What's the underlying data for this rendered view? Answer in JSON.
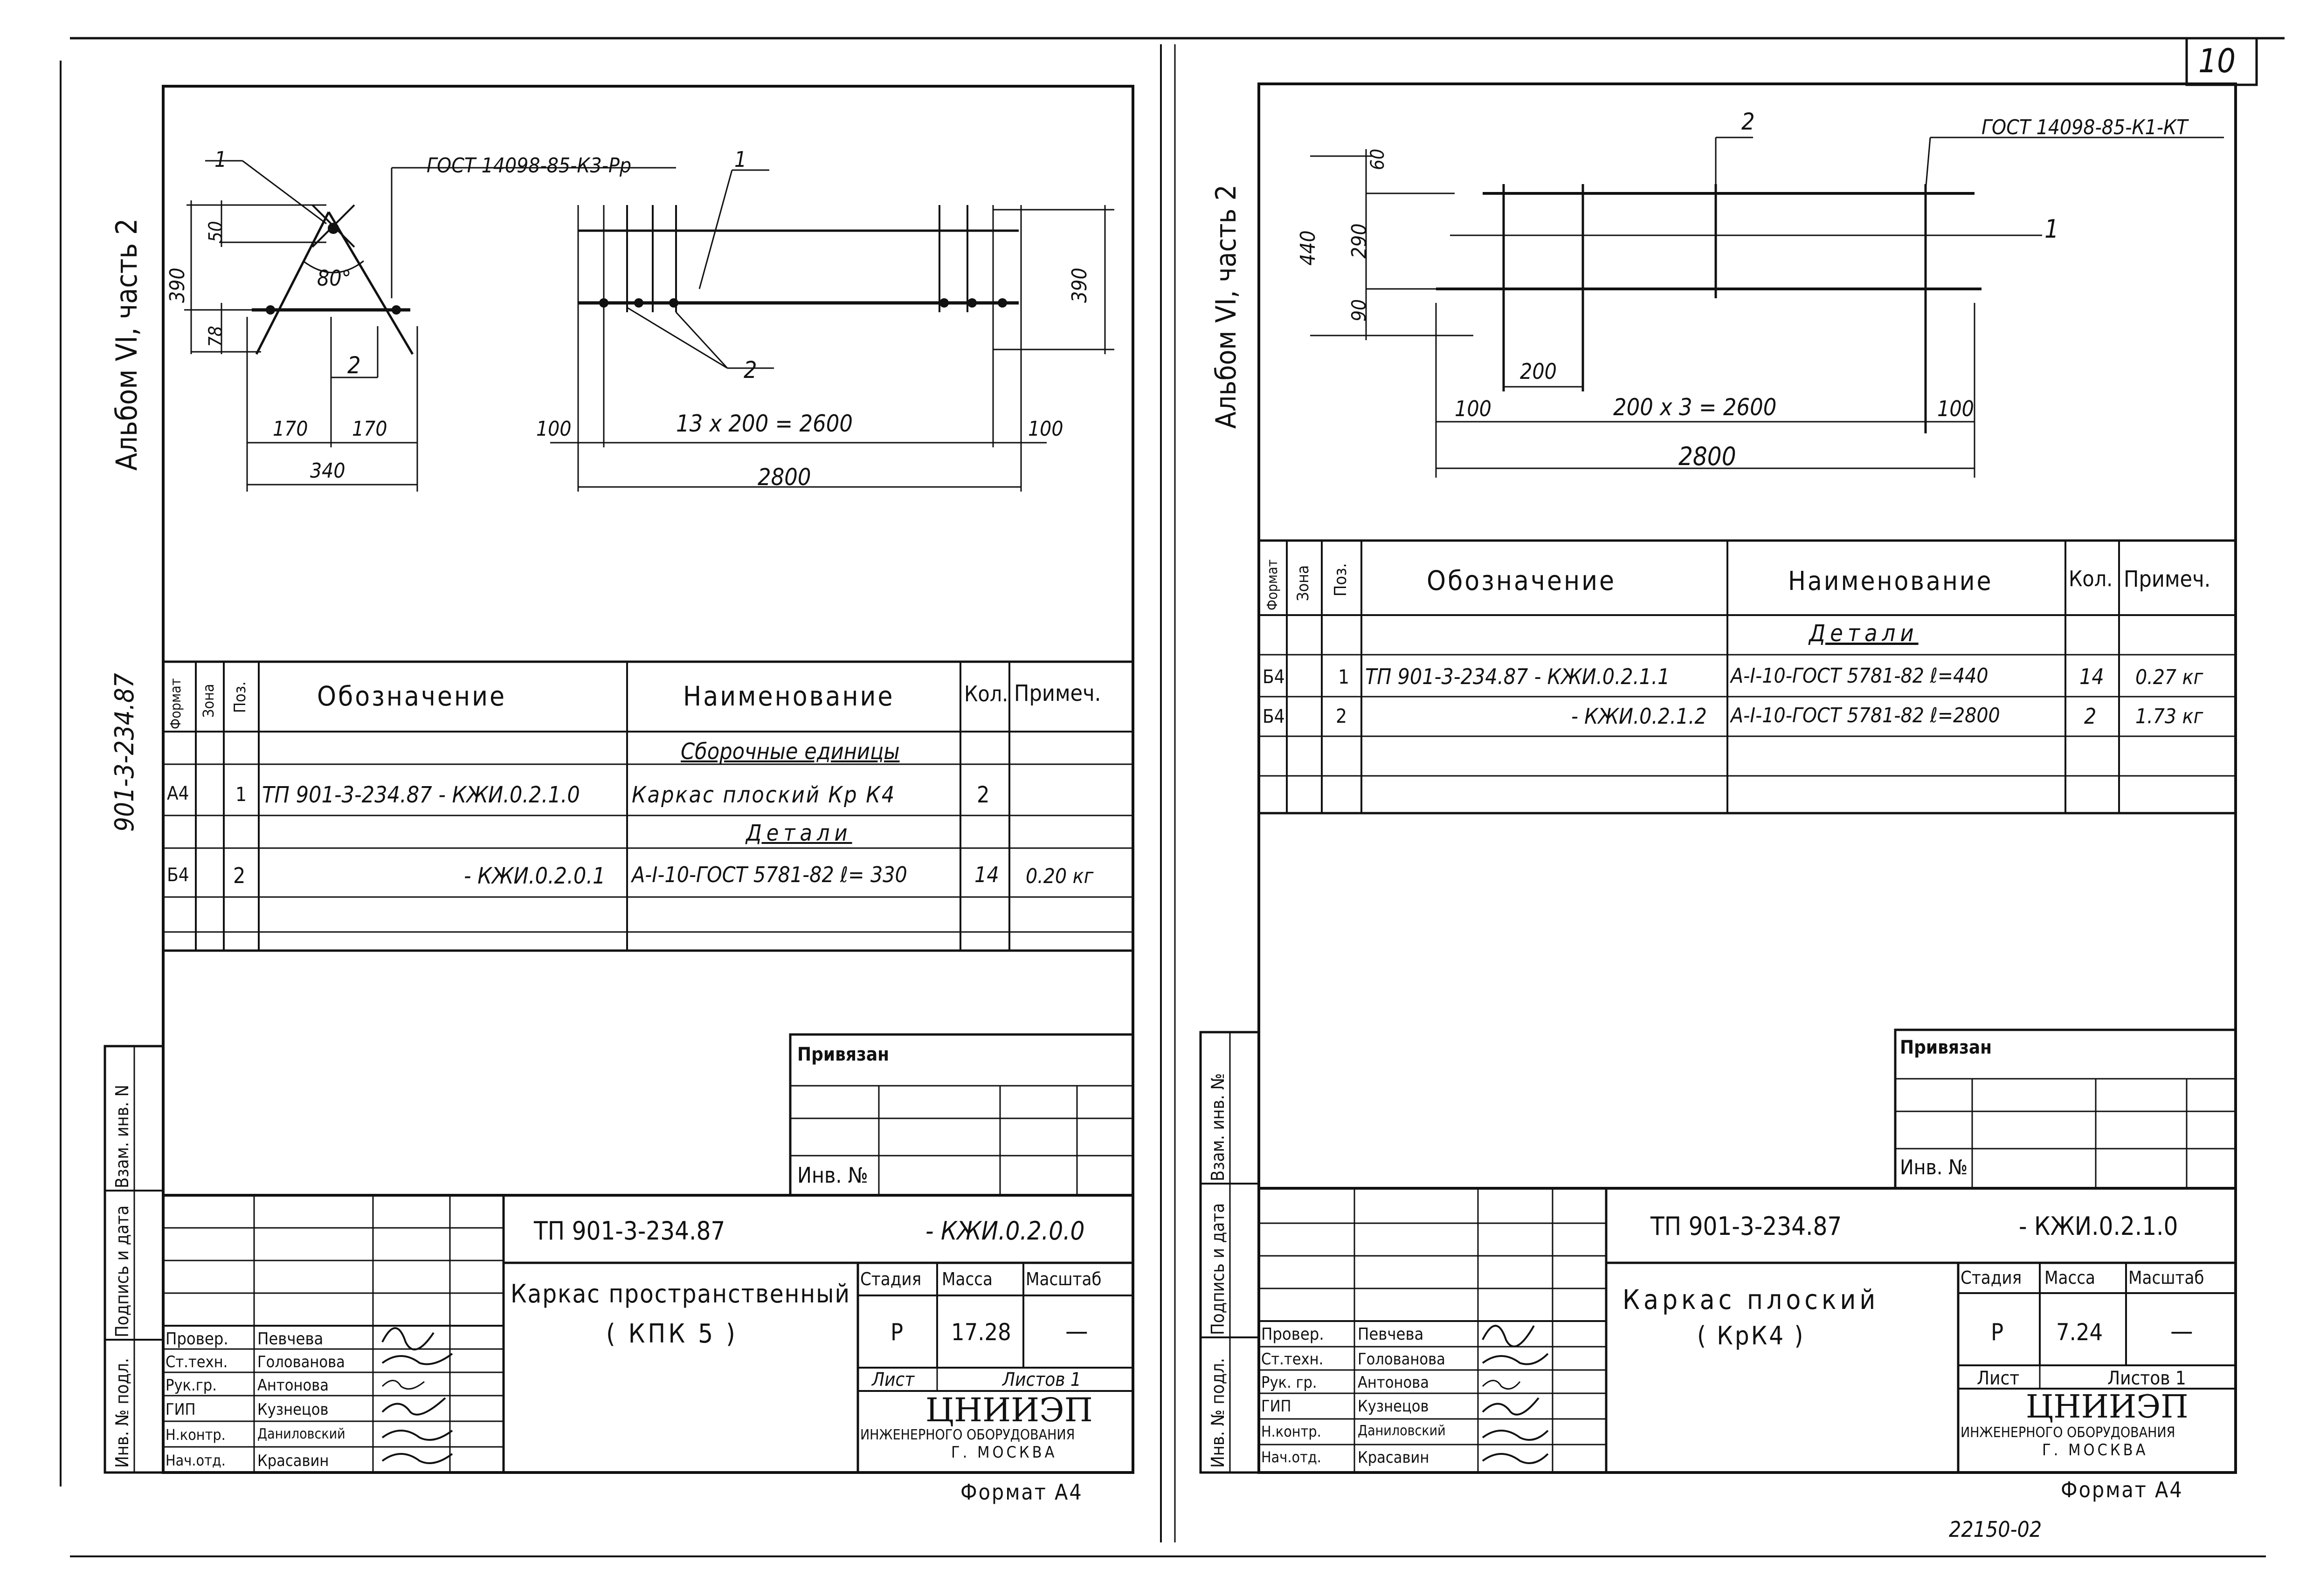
{
  "page_number": "10",
  "bottom_note": "22150-02",
  "left": {
    "side_album": "Альбом VI, часть 2",
    "side_code": "901-3-234.87",
    "drawing": {
      "std_label": "ГОСТ 14098-85-К3-Рр",
      "pos1_a": "1",
      "pos1_b": "1",
      "pos2_a": "2",
      "pos2_b": "2",
      "angle": "80°",
      "dim_50": "50",
      "dim_390a": "390",
      "dim_78": "78",
      "dim_170a": "170",
      "dim_170b": "170",
      "dim_340": "340",
      "dim_390b": "390",
      "dim_100a": "100",
      "dim_100b": "100",
      "dim_span": "13 x 200 = 2600",
      "dim_total": "2800"
    },
    "spec": {
      "headers": {
        "format": "Формат",
        "zone": "Зона",
        "pos": "Поз.",
        "designation": "Обозначение",
        "name": "Наименование",
        "qty": "Кол.",
        "note": "Примеч."
      },
      "section1": "Сборочные единицы",
      "row1": {
        "format": "А4",
        "pos": "1",
        "designation": "ТП 901-3-234.87 - КЖИ.0.2.1.0",
        "name": "Каркас плоский Кр К4",
        "qty": "2",
        "note": ""
      },
      "section2": "Детали",
      "row2": {
        "format": "Б4",
        "pos": "2",
        "designation": "- КЖИ.0.2.0.1",
        "name": "А-I-10-ГОСТ 5781-82 ℓ= 330",
        "qty": "14",
        "note": "0.20 кг"
      }
    },
    "binding": {
      "label": "Привязан",
      "inv": "Инв. №"
    },
    "side_stamp": {
      "a": "Инв. № подл.",
      "b": "Подпись и дата",
      "c": "Взам. инв. N"
    },
    "title": {
      "doc": "ТП 901-3-234.87",
      "code": "- КЖИ.0.2.0.0",
      "name_l1": "Каркас пространственный",
      "name_l2": "( КПК 5 )",
      "stage_h": "Стадия",
      "mass_h": "Масса",
      "scale_h": "Масштаб",
      "stage": "Р",
      "mass": "17.28",
      "scale": "—",
      "sheet": "Лист",
      "sheets": "Листов 1",
      "org1": "ЦНИИЭП",
      "org2": "инженерного оборудования",
      "org3": "г. Москва",
      "format": "Формат А4",
      "people": [
        {
          "role": "Провер.",
          "name": "Певчева"
        },
        {
          "role": "Ст.техн.",
          "name": "Голованова"
        },
        {
          "role": "Рук.гр.",
          "name": "Антонова"
        },
        {
          "role": "ГИП",
          "name": "Кузнецов"
        },
        {
          "role": "Н.контр.",
          "name": "Даниловский"
        },
        {
          "role": "Нач.отд.",
          "name": "Красавин"
        }
      ]
    }
  },
  "right": {
    "side_album": "Альбом VI, часть 2",
    "drawing": {
      "std_label": "ГОСТ 14098-85-К1-КТ",
      "pos1": "1",
      "pos2": "2",
      "dim_60": "60",
      "dim_290": "290",
      "dim_90": "90",
      "dim_440": "440",
      "dim_200": "200",
      "dim_100a": "100",
      "dim_100b": "100",
      "dim_span": "200 x 3 = 2600",
      "dim_total": "2800"
    },
    "spec": {
      "headers": {
        "format": "Формат",
        "zone": "Зона",
        "pos": "Поз.",
        "designation": "Обозначение",
        "name": "Наименование",
        "qty": "Кол.",
        "note": "Примеч."
      },
      "section1": "Детали",
      "row1": {
        "format": "Б4",
        "pos": "1",
        "designation": "ТП 901-3-234.87 - КЖИ.0.2.1.1",
        "name": "А-I-10-ГОСТ 5781-82 ℓ=440",
        "qty": "14",
        "note": "0.27 кг"
      },
      "row2": {
        "format": "Б4",
        "pos": "2",
        "designation": "- КЖИ.0.2.1.2",
        "name": "А-I-10-ГОСТ 5781-82 ℓ=2800",
        "qty": "2",
        "note": "1.73 кг"
      }
    },
    "binding": {
      "label": "Привязан",
      "inv": "Инв. №"
    },
    "side_stamp": {
      "a": "Инв. № подл.",
      "b": "Подпись и дата",
      "c": "Взам. инв. №"
    },
    "title": {
      "doc": "ТП 901-3-234.87",
      "code": "- КЖИ.0.2.1.0",
      "name_l1": "Каркас плоский",
      "name_l2": "( КрК4 )",
      "stage_h": "Стадия",
      "mass_h": "Масса",
      "scale_h": "Масштаб",
      "stage": "Р",
      "mass": "7.24",
      "scale": "—",
      "sheet": "Лист",
      "sheets": "Листов 1",
      "org1": "ЦНИИЭП",
      "org2": "инженерного оборудования",
      "org3": "г. Москва",
      "format": "Формат А4",
      "people": [
        {
          "role": "Провер.",
          "name": "Певчева"
        },
        {
          "role": "Ст.техн.",
          "name": "Голованова"
        },
        {
          "role": "Рук. гр.",
          "name": "Антонова"
        },
        {
          "role": "ГИП",
          "name": "Кузнецов"
        },
        {
          "role": "Н.контр.",
          "name": "Даниловский"
        },
        {
          "role": "Нач.отд.",
          "name": "Красавин"
        }
      ]
    }
  }
}
